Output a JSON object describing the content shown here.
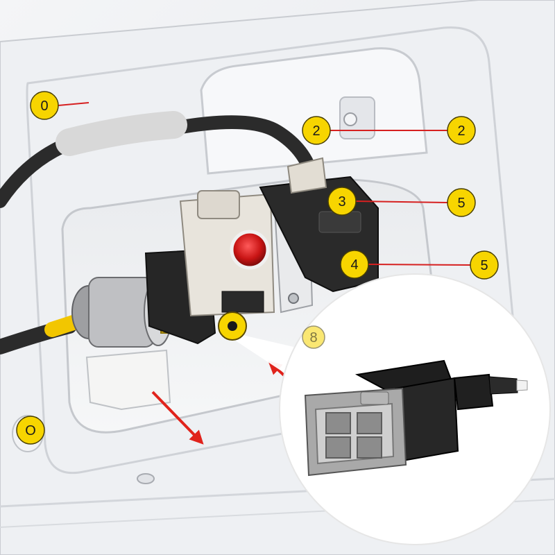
{
  "callouts": [
    {
      "id": "c0a",
      "label": "0"
    },
    {
      "id": "c2a",
      "label": "2"
    },
    {
      "id": "c2b",
      "label": "2"
    },
    {
      "id": "c3",
      "label": "3"
    },
    {
      "id": "c5a",
      "label": "5"
    },
    {
      "id": "c4",
      "label": "4"
    },
    {
      "id": "c5b",
      "label": "5"
    },
    {
      "id": "c8",
      "label": "8"
    },
    {
      "id": "c0b",
      "label": "O"
    }
  ],
  "colors": {
    "callout_fill": "#f7d500",
    "leader_line": "#d62020",
    "arrow": "#e0231c",
    "panel": "#eef0f2",
    "cable": "#2b2b2b",
    "connector_dark": "#262626",
    "connector_light": "#e8e4dc",
    "connector_gray": "#a9a9a9",
    "indicator_red": "#c81414",
    "wire_yellow": "#f2c600"
  },
  "icons": {
    "brake_switch_connector": "connector-plug-icon",
    "removal_arrow": "arrow-icon"
  }
}
